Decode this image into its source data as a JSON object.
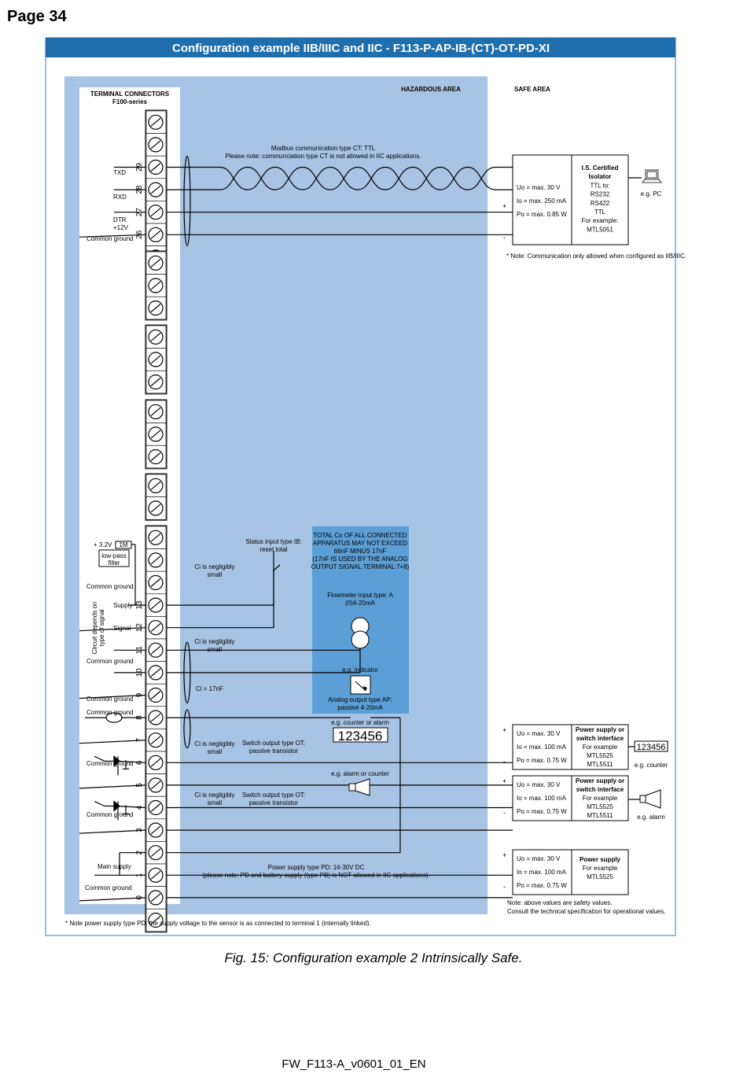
{
  "page": {
    "title": "Page  34",
    "footer": "FW_F113-A_v0601_01_EN"
  },
  "figure": {
    "banner": "Configuration example IIB/IIIC and IIC - F113-P-AP-IB-(CT)-OT-PD-XI",
    "caption": "Fig. 15: Configuration example 2 Intrinsically Safe."
  },
  "areas": {
    "hazardous": "HAZARDOUS AREA",
    "safe": "SAFE AREA"
  },
  "terminal_block": {
    "title1": "TERMINAL CONNECTORS",
    "title2": "F100-series",
    "numbers": [
      "29",
      "28",
      "27",
      "26",
      "13",
      "12",
      "11",
      "10",
      "9",
      "8",
      "7",
      "6",
      "5",
      "4",
      "3",
      "2",
      "1",
      "0"
    ]
  },
  "labels": {
    "txd": "TXD",
    "rxd": "RXD",
    "dtr": "DTR",
    "plus12": "+12V",
    "common_ground": "Common ground",
    "v32": "+ 3.2V",
    "r1m": "1M",
    "lowpass1": "low-pass",
    "lowpass2": "filter",
    "circuit1": "Circuit depends on",
    "circuit2": "type of signal",
    "supply": "Supply *",
    "signal": "Signal",
    "main_supply": "Main supply"
  },
  "comm": {
    "line1": "Modbus communication type CT: TTL",
    "line2": "Please note: communciation type CT is not allowed in IIC applications.",
    "uo": "Uo = max. 30 V",
    "io": "Io   = max. 250 mA",
    "po": "Po = max. 0.85 W",
    "isolator": [
      "I.S. Certified",
      "Isolator",
      "TTL to:",
      "RS232",
      "RS422",
      "TTL",
      "For example:",
      "MTL5051"
    ],
    "pc": "e.g. PC",
    "note": "* Note: Communication only allowed when configured as IIB/IIIC."
  },
  "status_input": {
    "line1": "Status input type IB:",
    "line2": "reset total",
    "ci1": "Ci is negligibly",
    "ci2": "small"
  },
  "co_box": [
    "TOTAL Co OF ALL CONNECTED",
    "APPARATUS MAY NOT EXCEED",
    "66nF MINUS 17nF",
    "(17nF IS USED BY THE ANALOG",
    "OUTPUT SIGNAL TERMINAL 7+8)"
  ],
  "flowmeter": {
    "line1": "Flowmeter input type: A",
    "line2": "(0)4-20mA",
    "ci1": "Ci is negligibly",
    "ci2": "small"
  },
  "analog_output": {
    "indicator": "e.g. indicator",
    "line1": "Analog output type AP:",
    "line2": "passive 4-20mA",
    "ci": "Ci = 17nF"
  },
  "switch1": {
    "eg": "e.g. counter or alarm",
    "counter": "123456",
    "ci1": "Ci is negligibly",
    "ci2": "small",
    "line1": "Switch output type OT:",
    "line2": "passive transistor",
    "uo": "Uo = max. 30 V",
    "io": "Io   = max. 100 mA",
    "po": "Po = max. 0.75 W",
    "box": [
      "Power supply or",
      "switch interface",
      "For example",
      "MTL5525",
      "MTL5511"
    ],
    "device": "123456",
    "device_label": "e.g. counter"
  },
  "switch2": {
    "eg": "e.g. alarm or counter",
    "ci1": "Ci is negligibly",
    "ci2": "small",
    "line1": "Switch output type OT:",
    "line2": "passive transistor",
    "uo": "Uo = max. 30 V",
    "io": "Io   = max. 100 mA",
    "po": "Po = max. 0.75 W",
    "box": [
      "Power supply or",
      "switch interface",
      "For example",
      "MTL5525",
      "MTL5511"
    ],
    "device_label": "e.g. alarm"
  },
  "power": {
    "line1": "Power supply type PD: 16-30V DC",
    "line2": "(please note: PD and battery supply (type PB) is NOT allowed in IIC applications).",
    "uo": "Uo = max. 30 V",
    "io": "Io   = max. 100 mA",
    "po": "Po = max. 0.75 W",
    "box": [
      "Power supply",
      "For example",
      "MTL5525"
    ]
  },
  "notes": {
    "safety1": "Note: above values are safety values.",
    "safety2": "Consult the technical specification for operational values.",
    "bottom": "* Note power supply type PD:  the supply voltage to the sensor is as connected to terminal 1 (internally linked)."
  },
  "signs": {
    "plus": "+",
    "minus": "-"
  },
  "colors": {
    "banner": "#1f6fae",
    "hazard": "#a7c4e4",
    "co_box": "#5b9fd6",
    "border": "#2f7cc0"
  }
}
